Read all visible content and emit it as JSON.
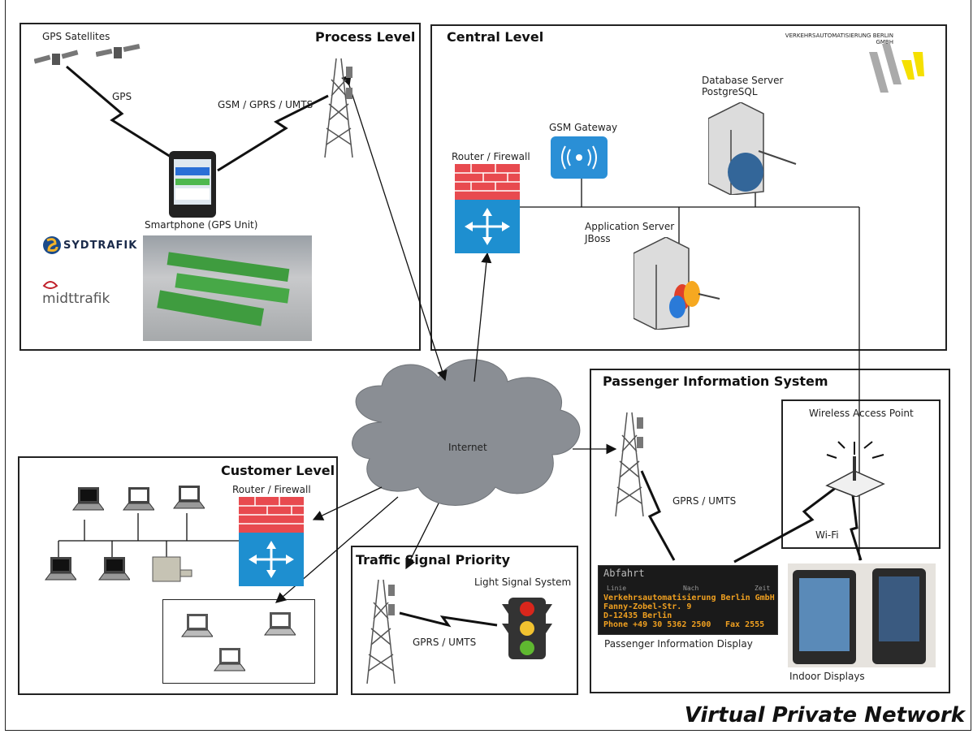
{
  "process_level": {
    "title": "Process Level",
    "gps_satellites": "GPS Satellites",
    "gps": "GPS",
    "gsm_link": "GSM / GPRS / UMTS",
    "smartphone": "Smartphone (GPS Unit)",
    "logo_sydtrafik": "SYDTRAFIK",
    "logo_midttrafik": "midttrafik"
  },
  "central_level": {
    "title": "Central Level",
    "company": "VERKEHRSAUTOMATISIERUNG BERLIN GMBH",
    "router": "Router / Firewall",
    "gsm_gateway": "GSM Gateway",
    "db_server": "Database Server",
    "db_name": "PostgreSQL",
    "app_server": "Application Server",
    "app_name": "JBoss"
  },
  "internet": "Internet",
  "customer_level": {
    "title": "Customer Level",
    "router": "Router / Firewall"
  },
  "traffic_signal": {
    "title": "Traffic Signal Priority",
    "light_signal": "Light Signal System",
    "gprs": "GPRS / UMTS"
  },
  "pis": {
    "title": "Passenger Information System",
    "wap": "Wireless Access Point",
    "gprs": "GPRS / UMTS",
    "wifi": "Wi-Fi",
    "display_label": "Passenger Information Display",
    "indoor": "Indoor Displays",
    "display": {
      "header": "Abfahrt",
      "col1": "Linie",
      "col2": "Nach",
      "col3": "Zeit",
      "line1": "Verkehrsautomatisierung Berlin GmbH",
      "line2": "Fanny-Zobel-Str. 9",
      "line3": "D-12435 Berlin",
      "line4": "Phone +49 30 5362 2500",
      "line4b": "Fax 2555"
    }
  },
  "vpn": "Virtual Private Network",
  "colors": {
    "firewall_red": "#e84a4f",
    "router_blue": "#1e8fd0",
    "cloud_gray": "#8a8e94",
    "gateway_blue": "#2a8fd6"
  }
}
